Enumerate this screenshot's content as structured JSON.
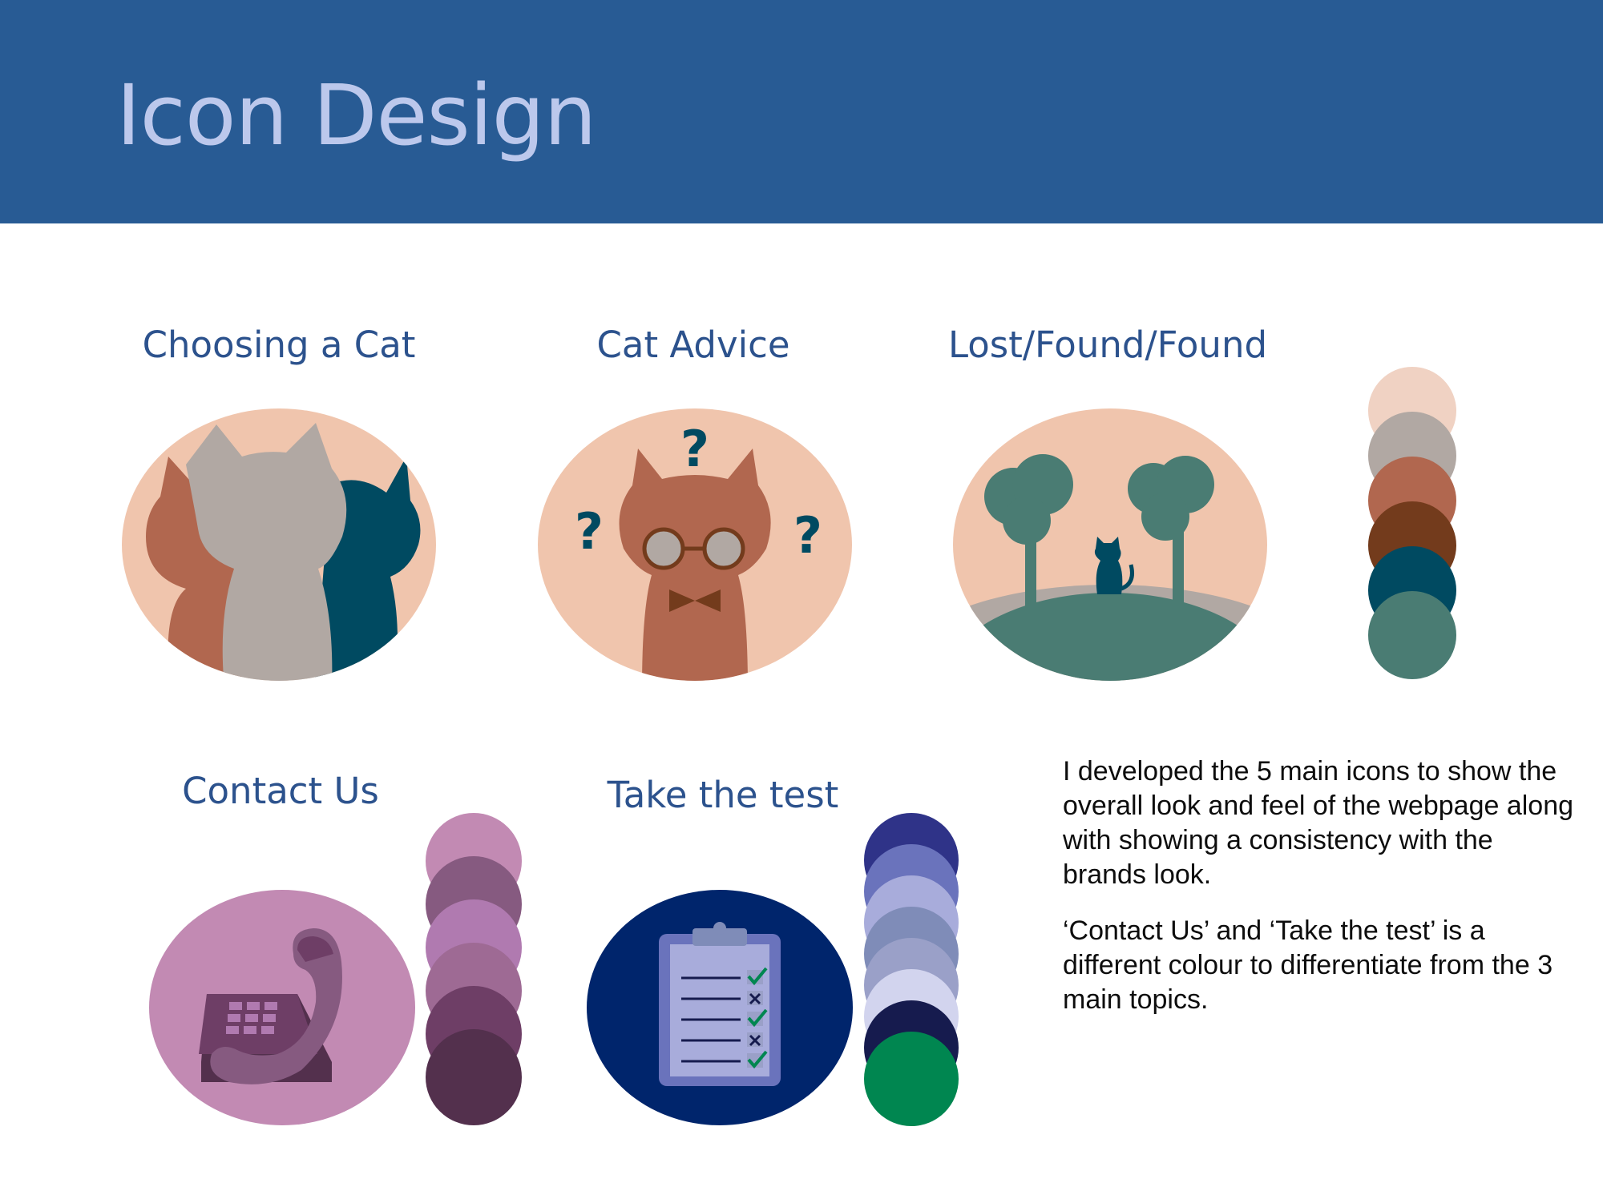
{
  "slide": {
    "title": "Icon Design"
  },
  "icons": {
    "choosing": {
      "title": "Choosing a Cat",
      "icon": "three-cats-icon"
    },
    "advice": {
      "title": "Cat Advice",
      "icon": "cat-with-glasses-icon"
    },
    "lost_found": {
      "title": "Lost/Found/Found",
      "icon": "cat-on-hill-icon"
    },
    "contact": {
      "title": "Contact Us",
      "icon": "telephone-icon"
    },
    "test": {
      "title": "Take the test",
      "icon": "clipboard-checklist-icon"
    }
  },
  "palettes": {
    "main": [
      "#f0d2c3",
      "#b1a8a3",
      "#b1674f",
      "#733b1c",
      "#004a61",
      "#4a7c73"
    ],
    "contact": [
      "#c28ab3",
      "#865a80",
      "#b07ab0",
      "#9e6a94",
      "#6e3e66",
      "#53304d"
    ],
    "test": [
      "#2f3388",
      "#6a73bc",
      "#a8acdb",
      "#7f8cb8",
      "#9aa0c8",
      "#d2d4ee",
      "#161b4e",
      "#008650"
    ]
  },
  "description": {
    "paragraph1": "I developed the 5  main icons to show the overall look and feel of the webpage along with showing a consistency with the brands look.",
    "paragraph2": "‘Contact Us’ and ‘Take the test’ is a different colour to differentiate from the 3 main topics."
  }
}
